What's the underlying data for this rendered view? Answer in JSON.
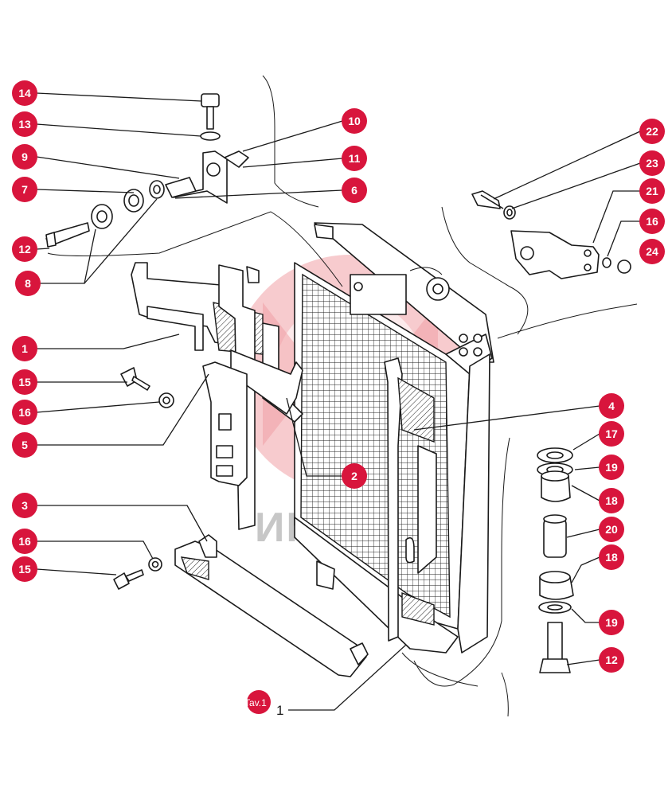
{
  "watermark": {
    "text": "ИНТЕК"
  },
  "tav": {
    "badge": "Tav.1",
    "suffix": "1"
  },
  "callouts": {
    "n1": "1",
    "n2": "2",
    "n3": "3",
    "n4": "4",
    "n5": "5",
    "n6": "6",
    "n7": "7",
    "n8": "8",
    "n9": "9",
    "n10": "10",
    "n11": "11",
    "n12a": "12",
    "n12b": "12",
    "n13": "13",
    "n14": "14",
    "n15a": "15",
    "n15b": "15",
    "n16a": "16",
    "n16b": "16",
    "n16c": "16",
    "n17": "17",
    "n18a": "18",
    "n18b": "18",
    "n19a": "19",
    "n19b": "19",
    "n20": "20",
    "n21": "21",
    "n22": "22",
    "n23": "23",
    "n24": "24"
  },
  "colors": {
    "callout": "#d8153c",
    "line": "#1a1a1a",
    "watermark": "#f0a0a6"
  }
}
